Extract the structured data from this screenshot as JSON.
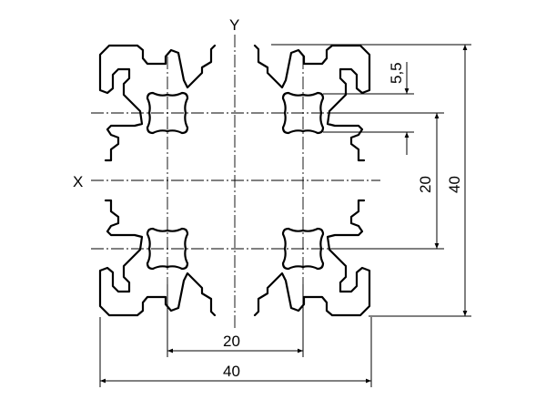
{
  "axes": {
    "x_label": "X",
    "y_label": "Y"
  },
  "dimensions": {
    "bottom_inner": "20",
    "bottom_outer": "40",
    "right_slot": "5,5",
    "right_inner": "20",
    "right_outer": "40"
  },
  "colors": {
    "line": "#000000",
    "background": "#ffffff"
  }
}
